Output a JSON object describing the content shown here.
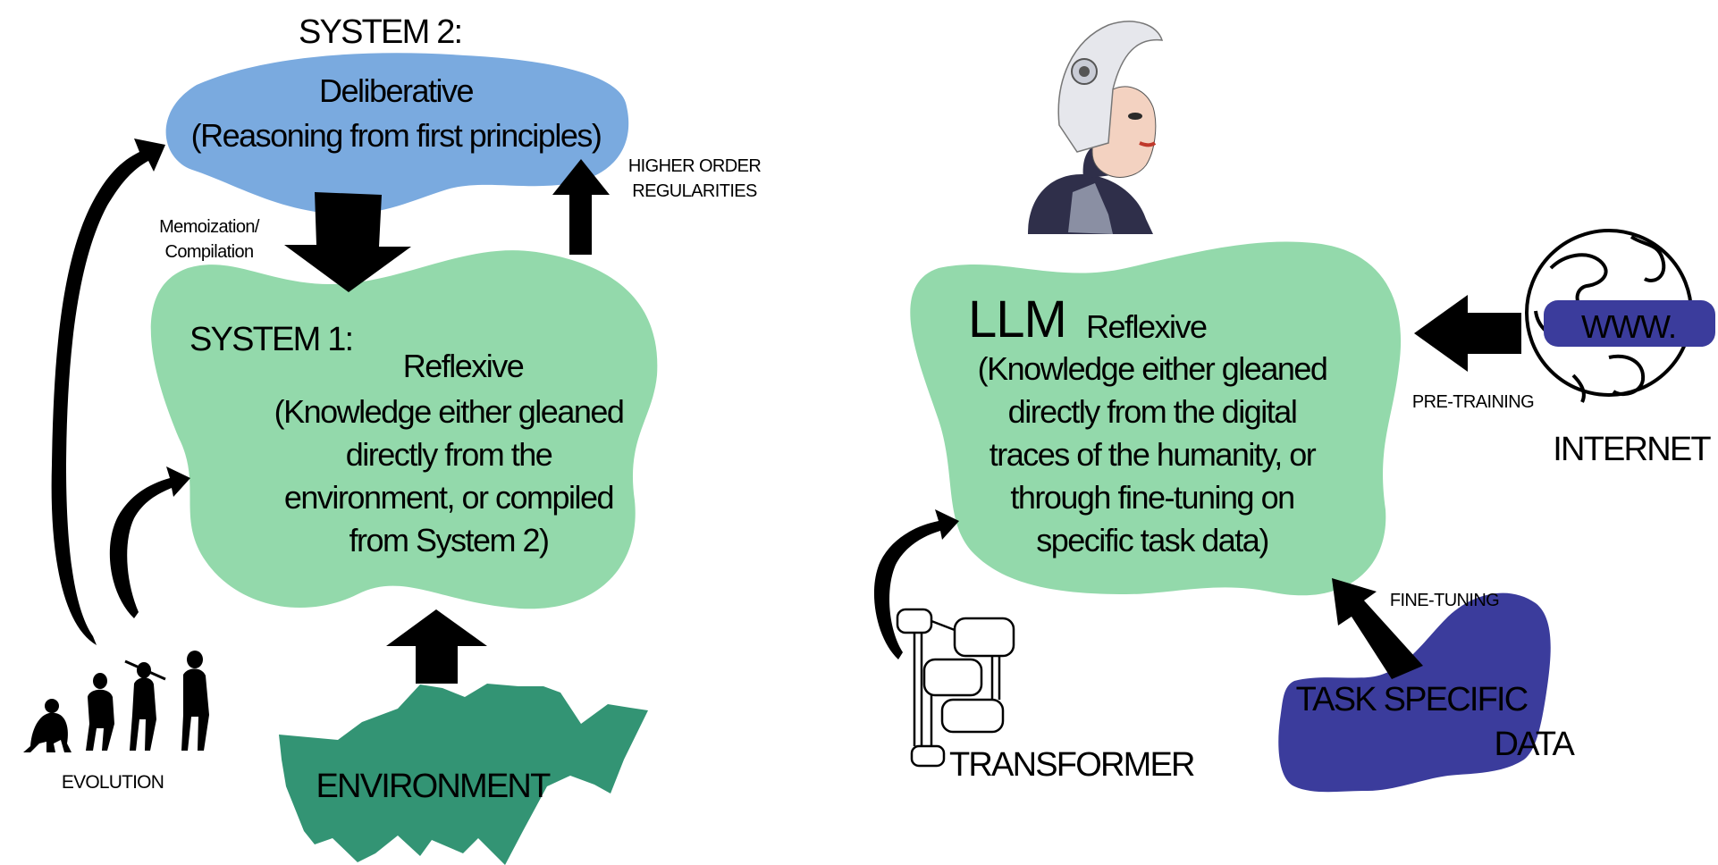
{
  "left": {
    "system2_title": "SYSTEM 2:",
    "system2_name": "Deliberative",
    "system2_desc": "(Reasoning from first principles)",
    "system1_title": "SYSTEM 1:",
    "system1_name": "Reflexive",
    "system1_desc_lines": [
      "(Knowledge either gleaned",
      "directly from the",
      "environment, or compiled",
      "from System 2)"
    ],
    "memo_lines": [
      "Memoization/",
      "Compilation"
    ],
    "higher_lines": [
      "HIGHER ORDER",
      "REGULARITIES"
    ],
    "evolution_label": "EVOLUTION",
    "environment_label": "ENVIRONMENT"
  },
  "right": {
    "llm_title": "LLM",
    "llm_name": "Reflexive",
    "llm_desc_lines": [
      "(Knowledge either gleaned",
      "directly from the digital",
      "traces of the humanity, or",
      "through fine-tuning on",
      "specific task data)"
    ],
    "pretraining_label": "PRE-TRAINING",
    "finetuning_label": "FINE-TUNING",
    "internet_label": "INTERNET",
    "www_label": "WWW.",
    "task_data_lines": [
      "TASK SPECIFIC",
      "DATA"
    ],
    "transformer_label": "TRANSFORMER"
  },
  "colors": {
    "system2_blob": "#7aaadf",
    "system1_blob": "#93d9ab",
    "environment": "#339474",
    "task_data": "#3b3c9c",
    "www_bar": "#3b3c9c",
    "arrow": "#000000"
  }
}
